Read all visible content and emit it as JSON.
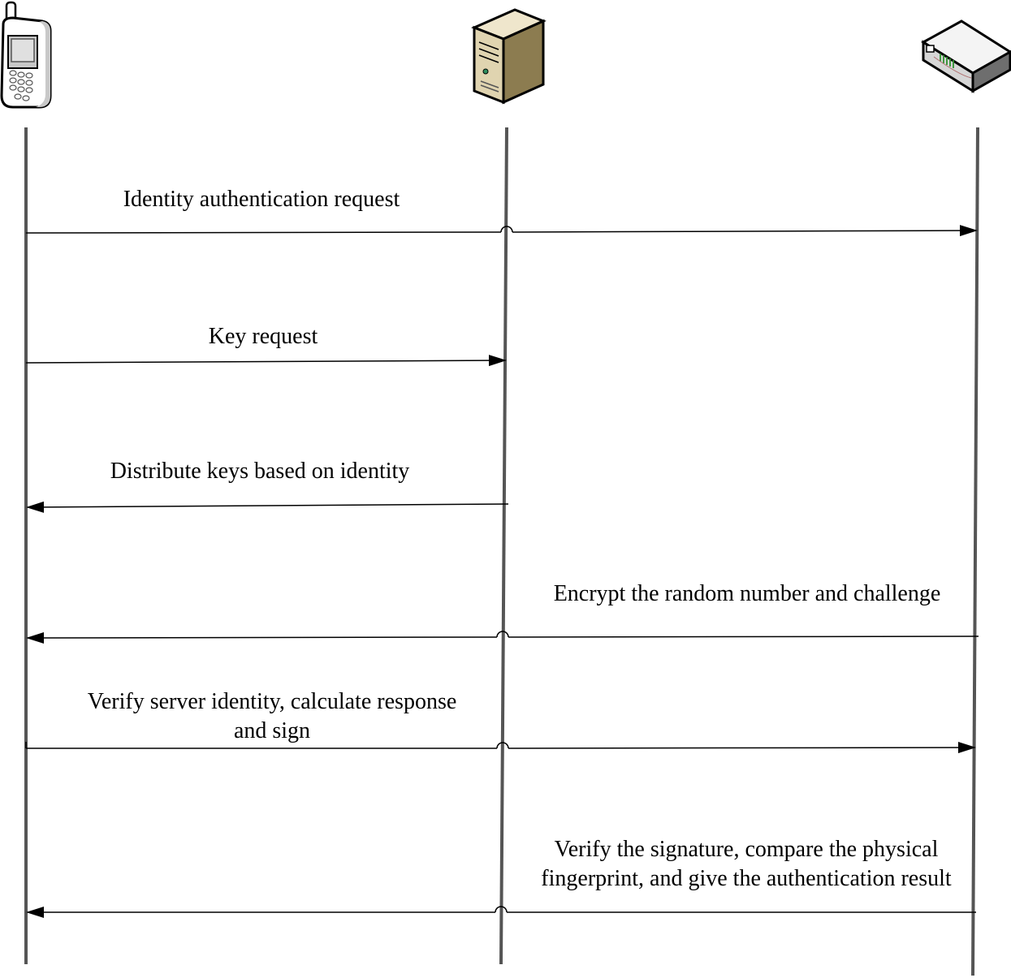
{
  "participants": [
    {
      "id": "phone",
      "icon": "mobile-phone-icon"
    },
    {
      "id": "server",
      "icon": "server-icon"
    },
    {
      "id": "router",
      "icon": "router-icon"
    }
  ],
  "messages": [
    {
      "from": "phone",
      "to": "router",
      "label": "Identity authentication request"
    },
    {
      "from": "phone",
      "to": "server",
      "label": "Key request"
    },
    {
      "from": "server",
      "to": "phone",
      "label": "Distribute keys based on identity"
    },
    {
      "from": "router",
      "to": "phone",
      "label": "Encrypt the random number and challenge"
    },
    {
      "from": "phone",
      "to": "router",
      "label_lines": [
        "Verify server identity, calculate response",
        "and sign"
      ]
    },
    {
      "from": "router",
      "to": "phone",
      "label_lines": [
        "Verify the signature, compare the physical",
        "fingerprint, and give the authentication result"
      ]
    }
  ]
}
